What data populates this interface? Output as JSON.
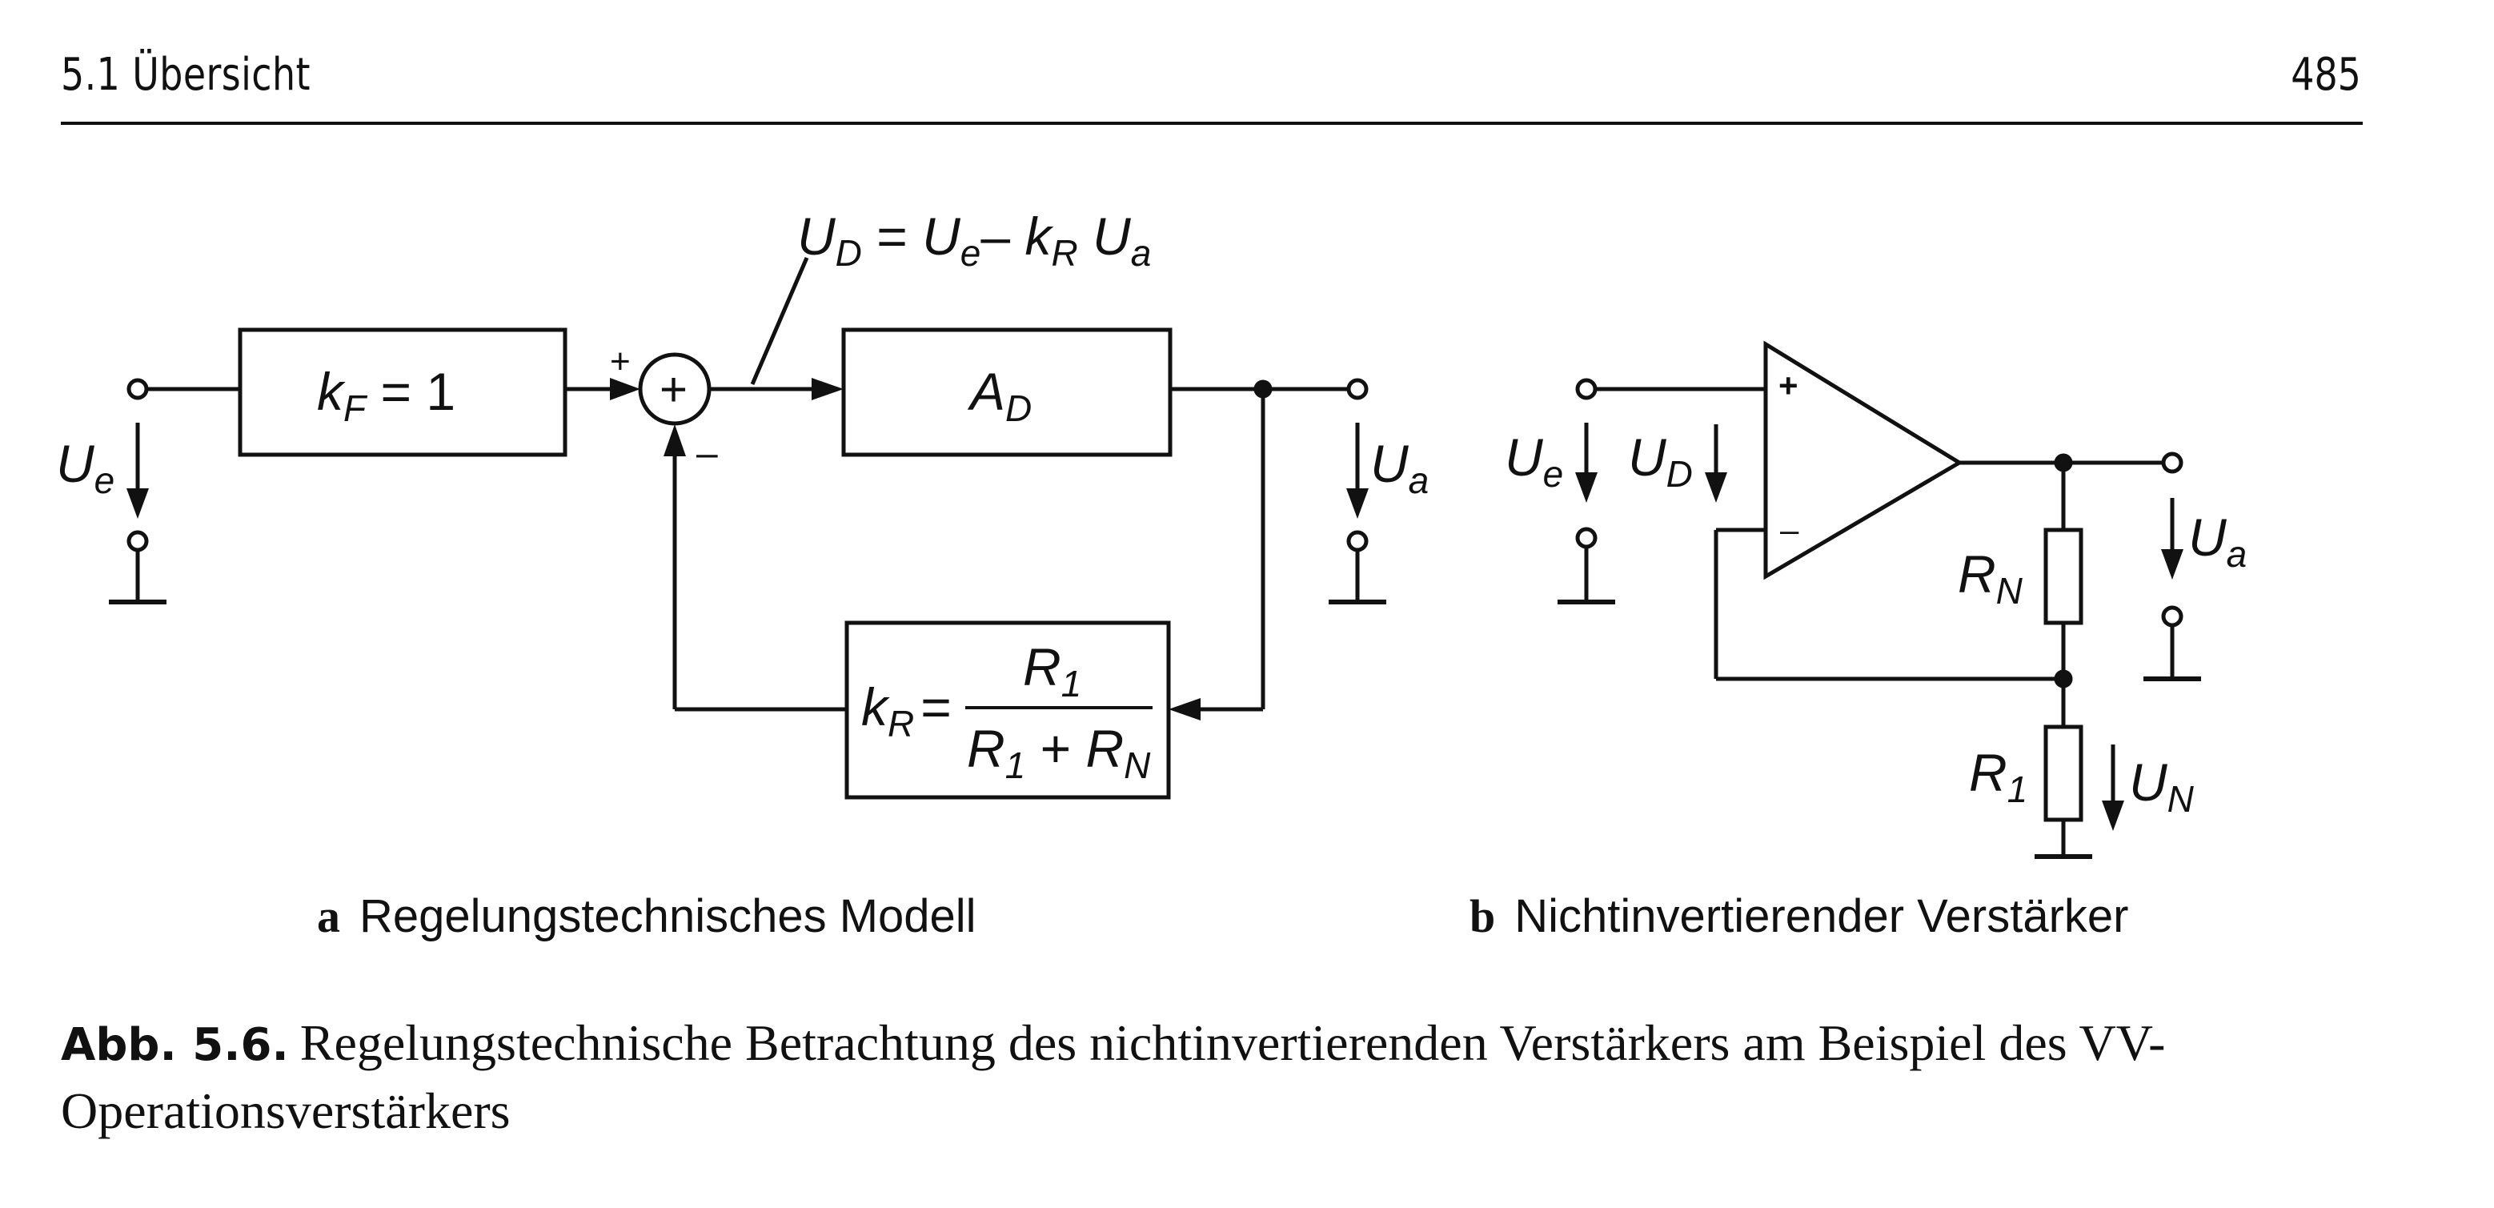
{
  "header": {
    "section": "5.1  Übersicht",
    "page_number": "485"
  },
  "figure": {
    "panel_a": {
      "label": "a",
      "title": "Regelungstechnisches Modell",
      "input_voltage": {
        "base": "U",
        "sub": "e"
      },
      "output_voltage": {
        "base": "U",
        "sub": "a"
      },
      "feed_block": {
        "base": "k",
        "sub": "F",
        "rest": " = 1"
      },
      "amp_block": {
        "base": "A",
        "sub": "D"
      },
      "feedback_block": {
        "lhs_base": "k",
        "lhs_sub": "R",
        "eq": "=",
        "numerator_base": "R",
        "numerator_sub": "1",
        "denominator_a_base": "R",
        "denominator_a_sub": "1",
        "plus": " + ",
        "denominator_b_base": "R",
        "denominator_b_sub": "N"
      },
      "summing_symbol": "+",
      "plus_sign": "+",
      "minus_sign": "–",
      "difference_equation": {
        "u": "U",
        "d": "D",
        "eq": " = ",
        "e": "e",
        "minus": "– ",
        "k": "k",
        "r": "R",
        "a": "a"
      }
    },
    "panel_b": {
      "label": "b",
      "title": "Nichtinvertierender Verstärker",
      "input_voltage": {
        "base": "U",
        "sub": "e"
      },
      "diff_voltage": {
        "base": "U",
        "sub": "D"
      },
      "output_voltage": {
        "base": "U",
        "sub": "a"
      },
      "resistor_n": {
        "base": "R",
        "sub": "N"
      },
      "resistor_1": {
        "base": "R",
        "sub": "1"
      },
      "voltage_n": {
        "base": "U",
        "sub": "N"
      },
      "plus_input": "+",
      "minus_input": "–"
    }
  },
  "caption": {
    "label": "Abb. 5.6.",
    "text": "Regelungstechnische Betrachtung des nichtinvertierenden Verstärkers am Beispiel des VV-Operationsverstärkers"
  }
}
